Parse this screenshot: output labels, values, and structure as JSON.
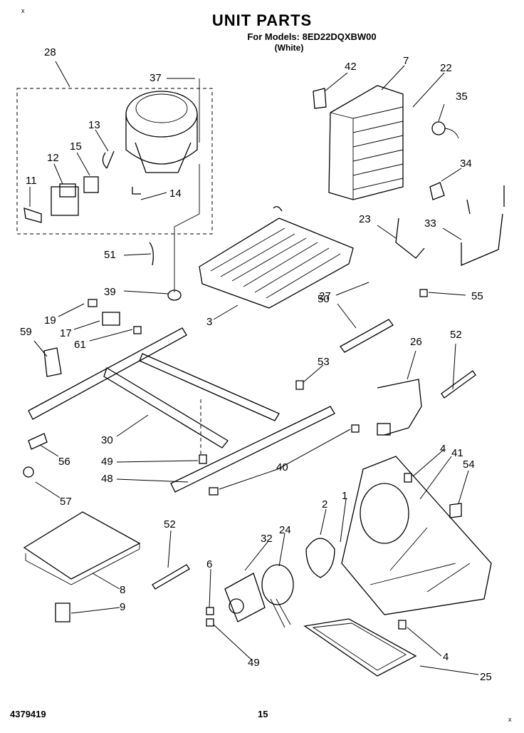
{
  "header": {
    "title": "UNIT PARTS",
    "model_line": "For Models: 8ED22DQXBW00",
    "color_line": "(White)"
  },
  "footer": {
    "doc_number": "4379419",
    "page_number": "15"
  },
  "corner_marks": [
    "x",
    "x"
  ],
  "callouts": [
    "28",
    "37",
    "42",
    "7",
    "22",
    "35",
    "13",
    "15",
    "12",
    "11",
    "14",
    "34",
    "23",
    "33",
    "51",
    "39",
    "50",
    "55",
    "19",
    "17",
    "61",
    "59",
    "3",
    "27",
    "26",
    "52",
    "53",
    "30",
    "56",
    "49",
    "48",
    "40",
    "57",
    "4",
    "41",
    "54",
    "2",
    "1",
    "52",
    "32",
    "24",
    "6",
    "8",
    "9",
    "49",
    "4",
    "25"
  ]
}
